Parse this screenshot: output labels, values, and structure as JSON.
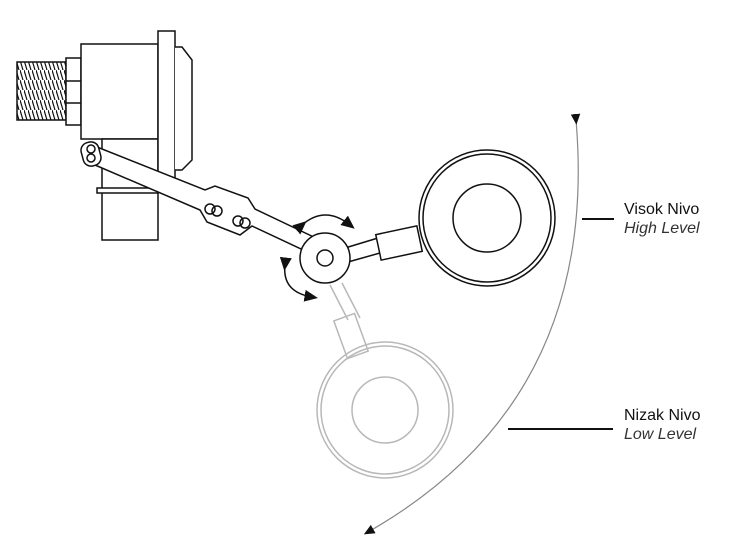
{
  "labels": {
    "high": {
      "primary": "Visok Nivo",
      "secondary": "High Level"
    },
    "low": {
      "primary": "Nizak Nivo",
      "secondary": "Low Level"
    }
  },
  "colors": {
    "line": "#111111",
    "ghost": "#b8b8b8",
    "arc": "#888888"
  }
}
